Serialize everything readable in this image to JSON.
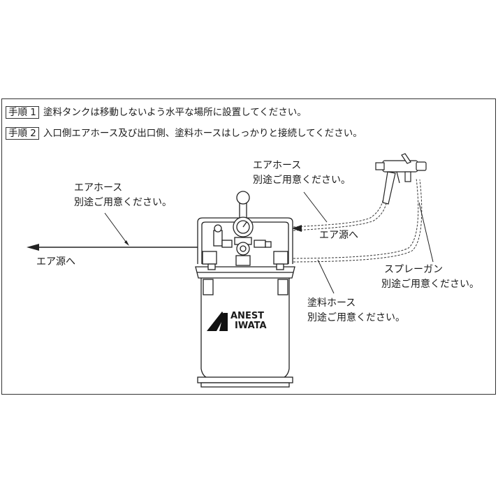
{
  "steps": [
    {
      "tag": "手順 1",
      "text": "塗料タンクは移動しないよう水平な場所に設置してください。"
    },
    {
      "tag": "手順 2",
      "text": "入口側エアホース及び出口側、塗料ホースはしっかりと接続してください。"
    }
  ],
  "labels": {
    "air_hose_left": {
      "line1": "エアホース",
      "line2": "別途ご用意ください。"
    },
    "air_source_left": "エア源へ",
    "air_hose_right": {
      "line1": "エアホース",
      "line2": "別途ご用意ください。"
    },
    "air_source_right": "エア源へ",
    "spray_gun": {
      "line1": "スプレーガン",
      "line2": "別途ご用意ください。"
    },
    "paint_hose": {
      "line1": "塗料ホース",
      "line2": "別途ご用意ください。"
    }
  },
  "logo": {
    "line1": "ANEST",
    "line2": "IWATA"
  }
}
